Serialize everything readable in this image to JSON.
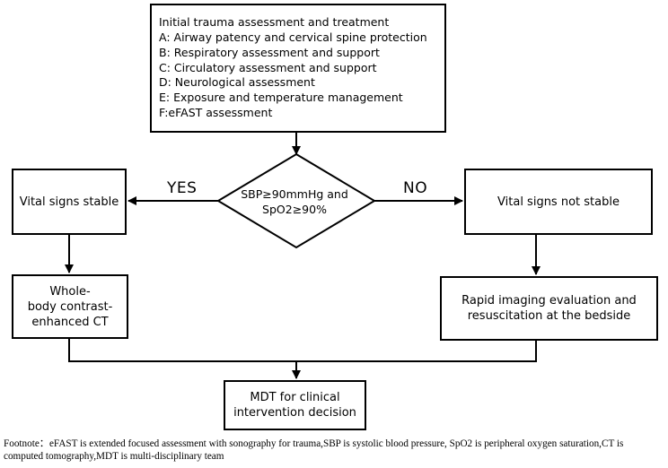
{
  "nodes": {
    "assessment": {
      "lines": [
        "Initial trauma assessment and treatment",
        "A: Airway patency and cervical spine protection",
        "B: Respiratory assessment and support",
        "C: Circulatory assessment and support",
        "D: Neurological assessment",
        "E: Exposure and temperature management",
        "F:eFAST assessment"
      ]
    },
    "decision": {
      "lines": [
        "SBP≥90mmHg and",
        "SpO2≥90%"
      ]
    },
    "stable": {
      "label": "Vital signs stable"
    },
    "unstable": {
      "label": "Vital signs not stable"
    },
    "ct": {
      "lines": [
        "Whole-",
        "body contrast-",
        "enhanced CT"
      ]
    },
    "rapid": {
      "lines": [
        "Rapid imaging evaluation and",
        "resuscitation at the bedside"
      ]
    },
    "mdt": {
      "lines": [
        "MDT for clinical",
        "intervention decision"
      ]
    }
  },
  "edges": {
    "yes_label": "YES",
    "no_label": "NO"
  },
  "footnote": {
    "line1": "Footnote：eFAST is extended focused assessment with sonography for trauma,SBP is systolic blood pressure, SpO2 is peripheral oxygen saturation,CT is",
    "line2": "computed tomography,MDT is multi-disciplinary team"
  },
  "colors": {
    "stroke": "#000000",
    "background": "#ffffff"
  }
}
